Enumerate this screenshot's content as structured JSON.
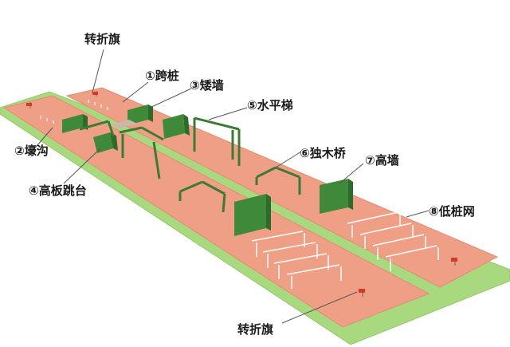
{
  "labels": {
    "flag_top": "转折旗",
    "crossing_posts": "①跨桩",
    "low_wall": "③矮墙",
    "horizontal_ladder": "⑤水平梯",
    "trench": "②壕沟",
    "balance_beam": "⑥独木桥",
    "high_wall": "⑦高墙",
    "high_board_jump": "④高板跳台",
    "low_post_net": "⑧低桩网",
    "flag_bottom": "转折旗"
  },
  "colors": {
    "track": "#ef9f86",
    "track_edge": "#e38b72",
    "grass": "#a9d97f",
    "grass_edge": "#95c86b",
    "wall_front": "#3f8a3a",
    "wall_side": "#2e6a2b",
    "ladder": "#3d7a36",
    "post": "#d9d9d9",
    "flag": "#d23a2a",
    "leader": "#555555"
  }
}
